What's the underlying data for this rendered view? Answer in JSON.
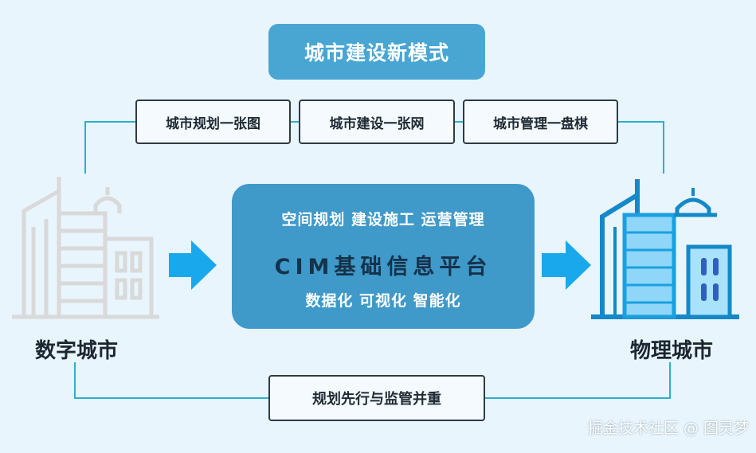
{
  "top_title": "城市建设新模式",
  "top_items": [
    "城市规划一张图",
    "城市建设一张网",
    "城市管理一盘棋"
  ],
  "center": {
    "line1": "空间规划  建设施工  运营管理",
    "line2": "CIM基础信息平台",
    "line3": "数据化  可视化  智能化"
  },
  "left_label": "数字城市",
  "right_label": "物理城市",
  "bottom_item": "规划先行与监管并重",
  "watermark": "掘金技术社区 @ 图灵梦",
  "colors": {
    "background": "#e8f5fd",
    "accent": "#49a6d3",
    "center_box": "#3f99c9",
    "arrow": "#1aa8ec",
    "connector": "#2bb1c9",
    "digital_city_outline": "#d9d9d9",
    "physical_city_outline": "#1488c8"
  },
  "icons": [
    "arrow-right-icon",
    "digital-city-icon",
    "physical-city-icon"
  ]
}
